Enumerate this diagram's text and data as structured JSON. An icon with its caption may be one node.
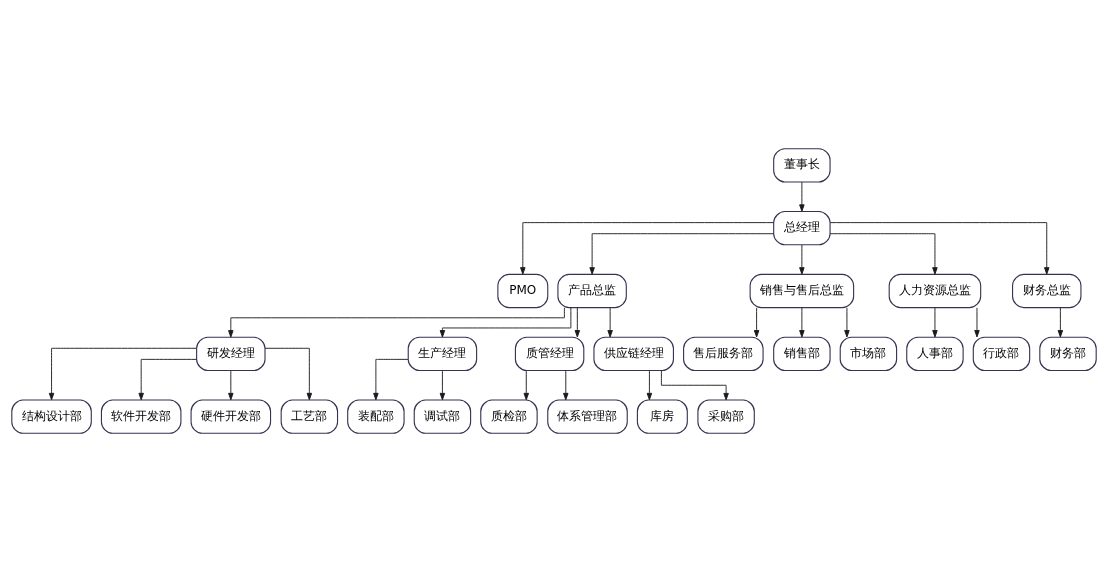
{
  "diagram": {
    "nodes": [
      {
        "text": [
          "董事长"
        ]
      },
      {
        "text": [
          "总经理"
        ]
      },
      {
        "text": [
          "PMO"
        ]
      },
      {
        "text": [
          "产品总监"
        ]
      },
      {
        "text": [
          "销售与售后总监"
        ]
      },
      {
        "text": [
          "人力资源总监"
        ]
      },
      {
        "text": [
          "财务总监"
        ]
      },
      {
        "text": [
          "研发经理"
        ]
      },
      {
        "text": [
          "生产经理"
        ]
      },
      {
        "text": [
          "质管经理"
        ]
      },
      {
        "text": [
          "供应链经理"
        ]
      },
      {
        "text": [
          "结构设计部"
        ]
      },
      {
        "text": [
          "软件开发部"
        ]
      },
      {
        "text": [
          "硬件开发部"
        ]
      },
      {
        "text": [
          "工艺部"
        ]
      },
      {
        "text": [
          "装配部"
        ]
      },
      {
        "text": [
          "调试部"
        ]
      },
      {
        "text": [
          "质检部"
        ]
      },
      {
        "text": [
          "体系管理部"
        ]
      },
      {
        "text": [
          "库房"
        ]
      },
      {
        "text": [
          "采购部"
        ]
      },
      {
        "text": [
          "售后服务部"
        ]
      },
      {
        "text": [
          "销售部"
        ]
      },
      {
        "text": [
          "市场部"
        ]
      },
      {
        "text": [
          "人事部"
        ]
      },
      {
        "text": [
          "行政部"
        ]
      },
      {
        "text": [
          "财务部"
        ]
      }
    ],
    "edges": [
      {
        "from": 0,
        "to": 1,
        "arrow": "to"
      },
      {
        "from": 1,
        "to": 2,
        "arrow": "to"
      },
      {
        "from": 1,
        "to": 3,
        "arrow": "to"
      },
      {
        "from": 1,
        "to": 4,
        "arrow": "to"
      },
      {
        "from": 1,
        "to": 5,
        "arrow": "to"
      },
      {
        "from": 1,
        "to": 6,
        "arrow": "to"
      },
      {
        "from": 3,
        "to": 7,
        "arrow": "to"
      },
      {
        "from": 3,
        "to": 8,
        "arrow": "to"
      },
      {
        "from": 3,
        "to": 9,
        "arrow": "to"
      },
      {
        "from": 3,
        "to": 10,
        "arrow": "to"
      },
      {
        "from": 7,
        "to": 11,
        "arrow": "to"
      },
      {
        "from": 7,
        "to": 12,
        "arrow": "to"
      },
      {
        "from": 7,
        "to": 13,
        "arrow": "to"
      },
      {
        "from": 7,
        "to": 14,
        "arrow": "to"
      },
      {
        "from": 8,
        "to": 15,
        "arrow": "to"
      },
      {
        "from": 8,
        "to": 16,
        "arrow": "to"
      },
      {
        "from": 9,
        "to": 17,
        "arrow": "to"
      },
      {
        "from": 9,
        "to": 18,
        "arrow": "to"
      },
      {
        "from": 10,
        "to": 19,
        "arrow": "to"
      },
      {
        "from": 10,
        "to": 20,
        "arrow": "to"
      },
      {
        "from": 4,
        "to": 21,
        "arrow": "to"
      },
      {
        "from": 4,
        "to": 22,
        "arrow": "to"
      },
      {
        "from": 4,
        "to": 23,
        "arrow": "to"
      },
      {
        "from": 5,
        "to": 24,
        "arrow": "to"
      },
      {
        "from": 5,
        "to": 25,
        "arrow": "to"
      },
      {
        "from": 6,
        "to": 26,
        "arrow": "to"
      }
    ]
  }
}
